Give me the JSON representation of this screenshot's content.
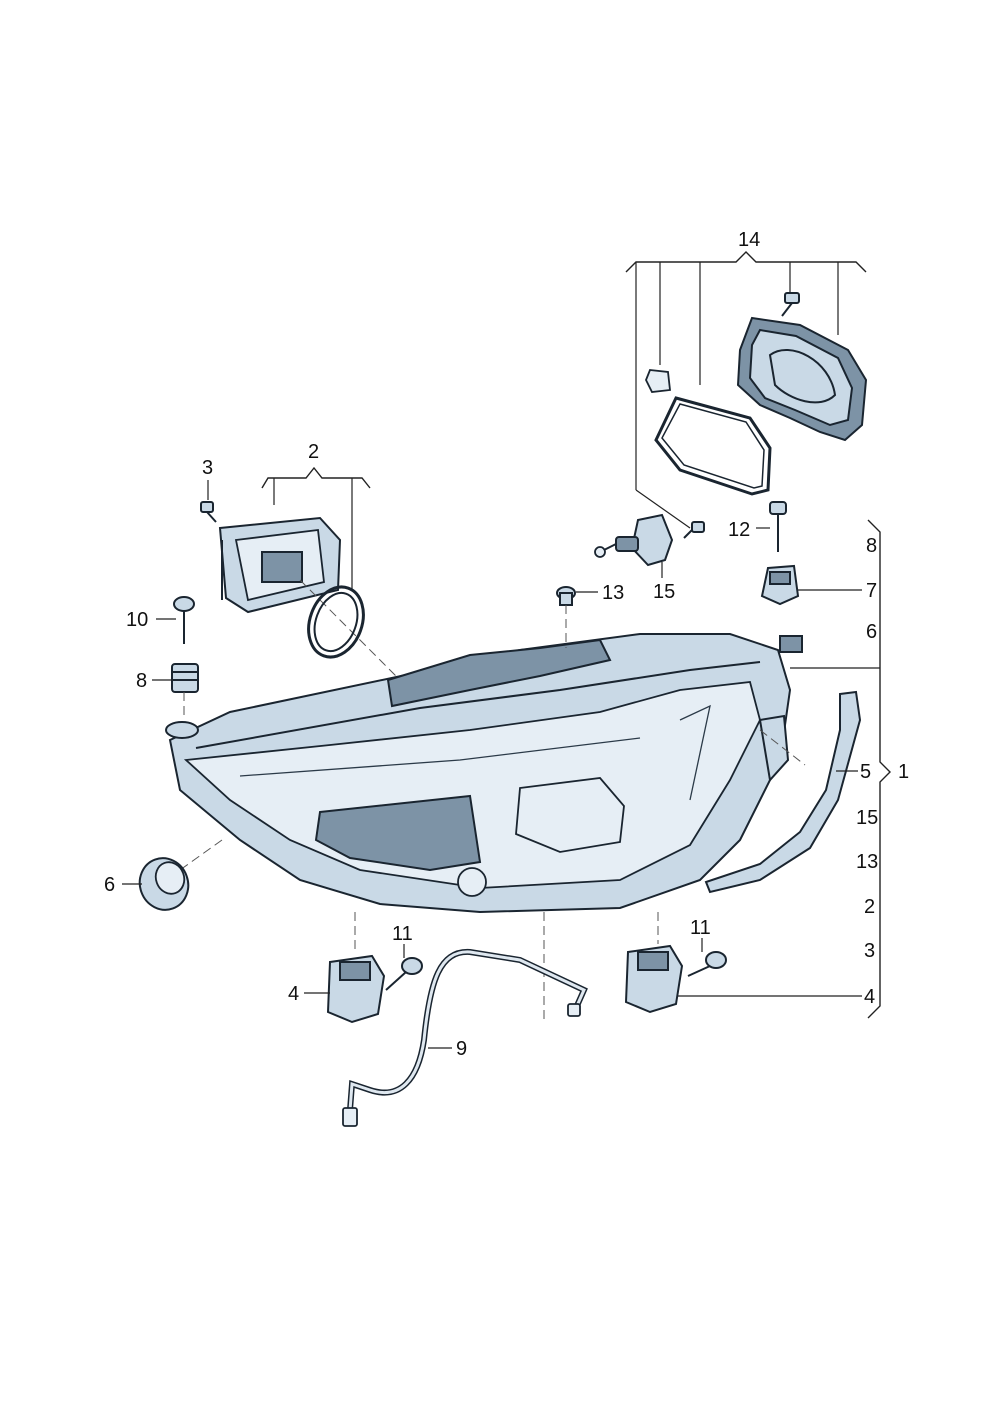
{
  "callouts": {
    "c14": "14",
    "c2": "2",
    "c3": "3",
    "c12": "12",
    "c13": "13",
    "c15": "15",
    "c10": "10",
    "c8": "8",
    "c7": "7",
    "c6": "6",
    "c5": "5",
    "c1": "1",
    "c11a": "11",
    "c11b": "11",
    "c4a": "4",
    "c4b": "4",
    "c9": "9",
    "c6b": "6"
  },
  "assembly_list": [
    "8",
    "7",
    "6",
    "5",
    "15",
    "13",
    "2",
    "3",
    "4"
  ],
  "colors": {
    "part_fill": "#c9d9e6",
    "part_dark": "#7d93a6",
    "outline": "#1a2530",
    "background": "#ffffff"
  }
}
